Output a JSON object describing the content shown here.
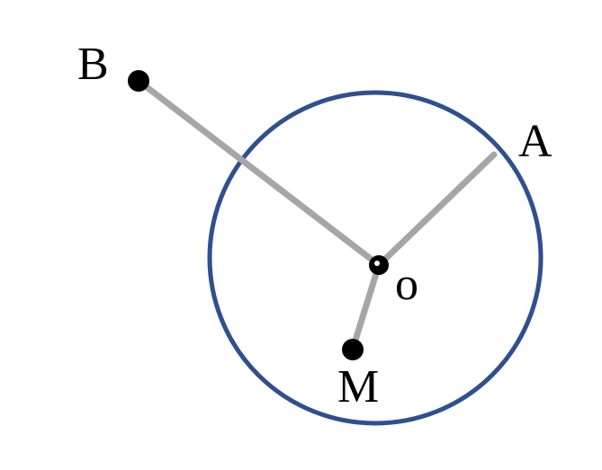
{
  "diagram": {
    "labels": {
      "B": "B",
      "A": "A",
      "O": "o",
      "M": "M"
    },
    "colors": {
      "circle": "#2f4f8f",
      "segment": "#a6a6a6",
      "point": "#000000",
      "background": "#ffffff"
    }
  }
}
